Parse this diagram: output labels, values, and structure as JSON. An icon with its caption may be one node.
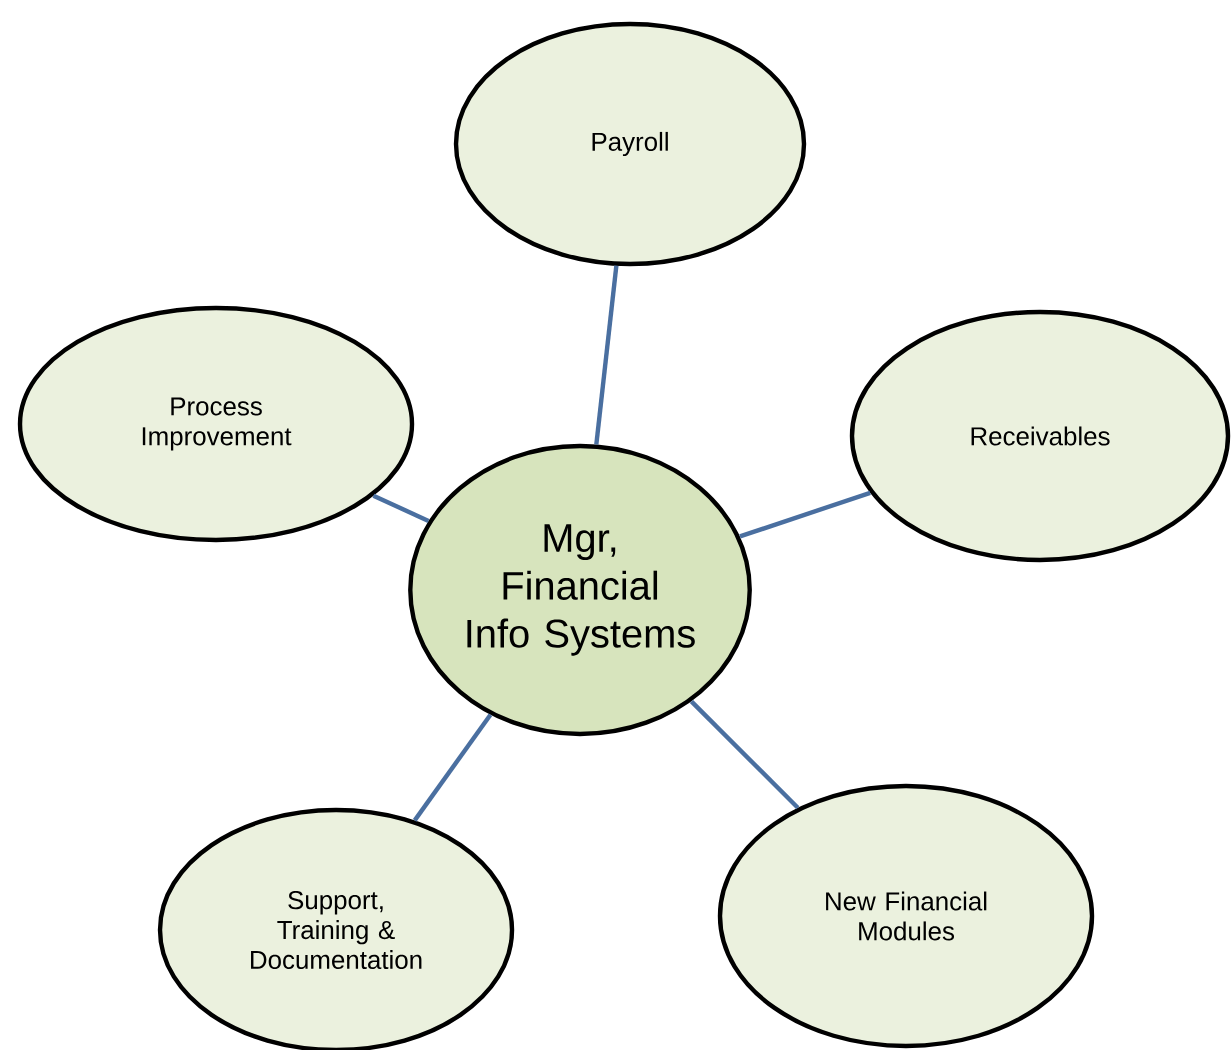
{
  "diagram": {
    "nodes": [
      {
        "text": [
          "Payroll"
        ]
      },
      {
        "text": [
          "Process Improvement"
        ]
      },
      {
        "text": [
          "Mgr, Financial Info Systems"
        ]
      },
      {
        "text": [
          "Receivables"
        ]
      },
      {
        "text": [
          "Support, Training & Documentation"
        ]
      },
      {
        "text": [
          "New Financial Modules"
        ]
      }
    ],
    "edges": [
      {
        "from": 2,
        "to": 0,
        "arrow": "none"
      },
      {
        "from": 2,
        "to": 1,
        "arrow": "none"
      },
      {
        "from": 2,
        "to": 3,
        "arrow": "none"
      },
      {
        "from": 2,
        "to": 4,
        "arrow": "none"
      },
      {
        "from": 2,
        "to": 5,
        "arrow": "none"
      }
    ]
  }
}
